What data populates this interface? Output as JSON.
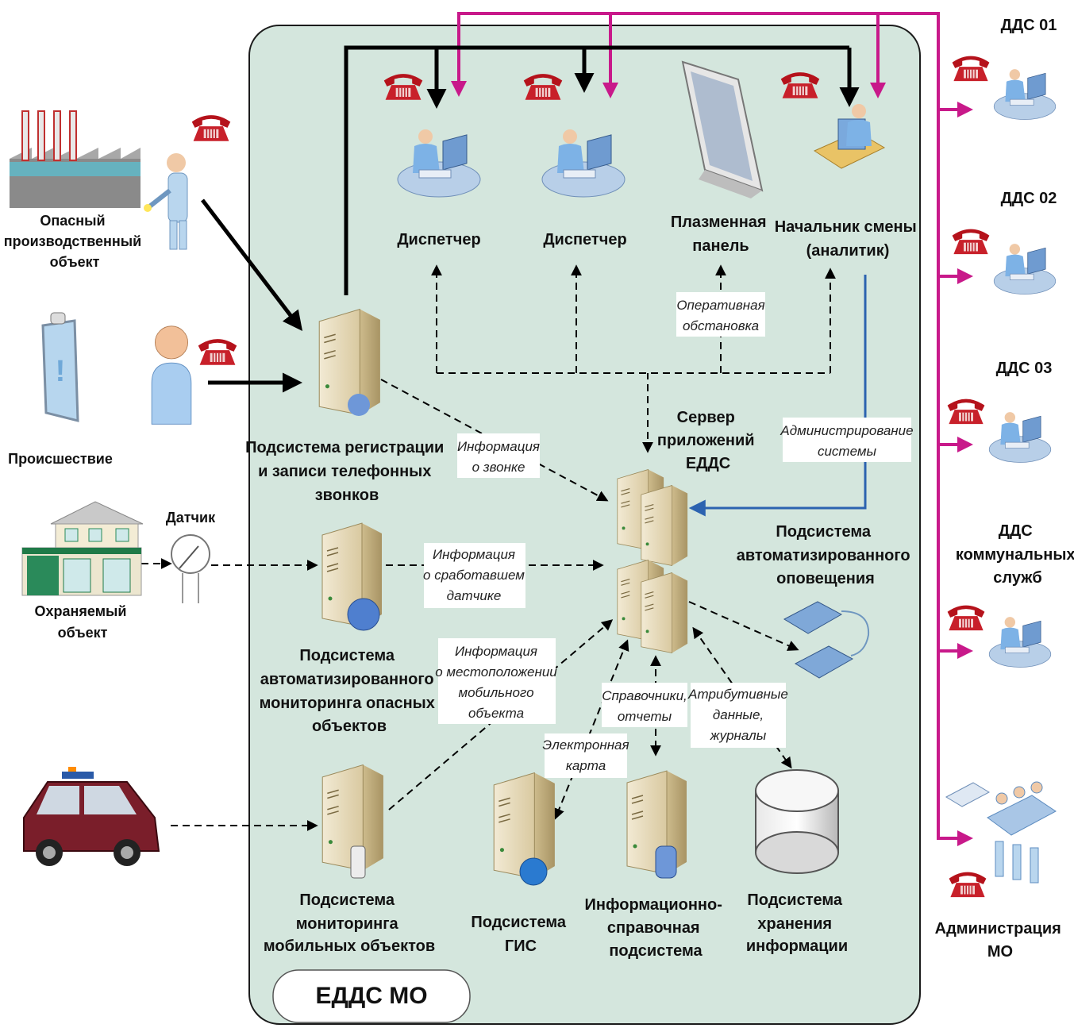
{
  "colors": {
    "panel_fill": "#d4e6dd",
    "flow_black": "#000000",
    "flow_magenta": "#c8198a",
    "admin_blue": "#2c63b0",
    "phone_red": "#b5121b"
  },
  "frame": {
    "title": "ЕДДС  МО"
  },
  "external": {
    "hazard_object": [
      "Опасный",
      "производственный",
      "объект"
    ],
    "incident": [
      "Происшествие"
    ],
    "sensor": [
      "Датчик"
    ],
    "guarded_object": [
      "Охраняемый",
      "объект"
    ]
  },
  "top_row": {
    "dispatcher1": [
      "Диспетчер"
    ],
    "dispatcher2": [
      "Диспетчер"
    ],
    "plasma": [
      "Плазменная",
      "панель"
    ],
    "shift_chief": [
      "Начальник смены",
      "(аналитик)"
    ]
  },
  "server": [
    "Сервер",
    "приложений",
    "ЕДДС"
  ],
  "subsystems": {
    "registration": [
      "Подсистема регистрации",
      "и записи телефонных",
      "звонков"
    ],
    "monitoring": [
      "Подсистема",
      "автоматизированного",
      "мониторинга опасных",
      "объектов"
    ],
    "mobile": [
      "Подсистема",
      "мониторинга",
      "мобильных объектов"
    ],
    "gis": [
      "Подсистема",
      "ГИС"
    ],
    "reference": [
      "Информационно-",
      "справочная",
      "подсистема"
    ],
    "storage": [
      "Подсистема",
      "хранения",
      "информации"
    ],
    "notification": [
      "Подсистема",
      "автоматизированного",
      "оповещения"
    ]
  },
  "flow_labels": {
    "situation": [
      "Оперативная",
      "обстановка"
    ],
    "admin": [
      "Администрирование",
      "системы"
    ],
    "call_info": [
      "Информация",
      "о звонке"
    ],
    "sensor_info": [
      "Информация",
      "о сработавшем",
      "датчике"
    ],
    "location_info": [
      "Информация",
      "о местоположении",
      "мобильного",
      "объекта"
    ],
    "directories": [
      "Справочники,",
      "отчеты"
    ],
    "attributes": [
      "Атрибутивные",
      "данные,",
      "журналы"
    ],
    "map": [
      "Электронная",
      "карта"
    ]
  },
  "right_column": {
    "dds01": [
      "ДДС 01"
    ],
    "dds02": [
      "ДДС 02"
    ],
    "dds03": [
      "ДДС 03"
    ],
    "dds_utilities": [
      "ДДС",
      "коммунальных",
      "служб"
    ],
    "administration": [
      "Администрация",
      "МО"
    ]
  }
}
